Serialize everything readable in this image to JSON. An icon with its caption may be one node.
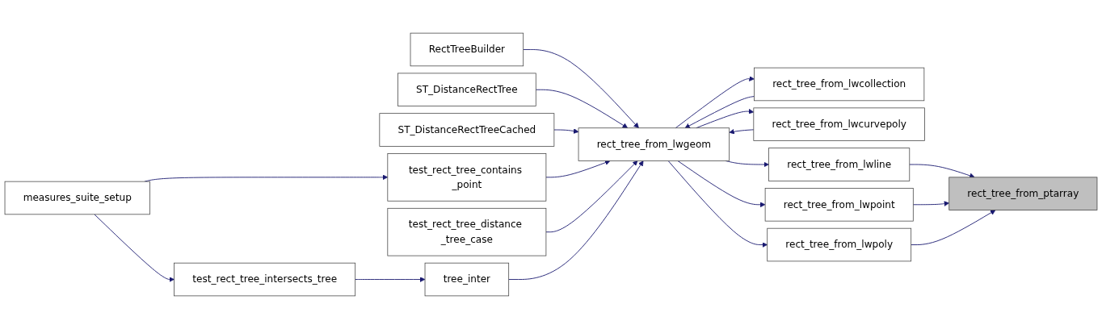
{
  "diagram": {
    "nodes": [
      {
        "text": [
          "rect_tree_from_lwcollection"
        ]
      },
      {
        "text": [
          "rect_tree_from_lwcurvepoly"
        ]
      },
      {
        "text": [
          "RectTreeBuilder"
        ]
      },
      {
        "text": [
          "ST_DistanceRectTree"
        ]
      },
      {
        "text": [
          "ST_DistanceRectTreeCached"
        ]
      },
      {
        "text": [
          "test_rect_tree_contains _point"
        ]
      },
      {
        "text": [
          "measures_suite_setup"
        ]
      },
      {
        "text": [
          "test_rect_tree_distance _tree_case"
        ]
      },
      {
        "text": [
          "test_rect_tree_intersects_tree"
        ]
      },
      {
        "text": [
          "tree_inter"
        ]
      },
      {
        "text": [
          "rect_tree_from_lwgeom"
        ]
      },
      {
        "text": [
          "rect_tree_from_lwline"
        ]
      },
      {
        "text": [
          "rect_tree_from_lwpoint"
        ]
      },
      {
        "text": [
          "rect_tree_from_lwpoly"
        ]
      },
      {
        "text": [
          "rect_tree_from_ptarray"
        ]
      }
    ],
    "edges": [
      {
        "from": 0,
        "to": 10,
        "arrow": "to"
      },
      {
        "from": 10,
        "to": 0,
        "arrow": "to"
      },
      {
        "from": 1,
        "to": 10,
        "arrow": "to"
      },
      {
        "from": 10,
        "to": 1,
        "arrow": "to"
      },
      {
        "from": 2,
        "to": 10,
        "arrow": "to"
      },
      {
        "from": 3,
        "to": 10,
        "arrow": "to"
      },
      {
        "from": 4,
        "to": 10,
        "arrow": "to"
      },
      {
        "from": 5,
        "to": 10,
        "arrow": "to"
      },
      {
        "from": 7,
        "to": 10,
        "arrow": "to"
      },
      {
        "from": 9,
        "to": 10,
        "arrow": "to"
      },
      {
        "from": 6,
        "to": 5,
        "arrow": "to"
      },
      {
        "from": 6,
        "to": 8,
        "arrow": "to"
      },
      {
        "from": 8,
        "to": 9,
        "arrow": "to"
      },
      {
        "from": 10,
        "to": 11,
        "arrow": "to"
      },
      {
        "from": 10,
        "to": 12,
        "arrow": "to"
      },
      {
        "from": 10,
        "to": 13,
        "arrow": "to"
      },
      {
        "from": 11,
        "to": 14,
        "arrow": "to"
      },
      {
        "from": 12,
        "to": 14,
        "arrow": "to"
      },
      {
        "from": 13,
        "to": 14,
        "arrow": "to"
      }
    ]
  }
}
